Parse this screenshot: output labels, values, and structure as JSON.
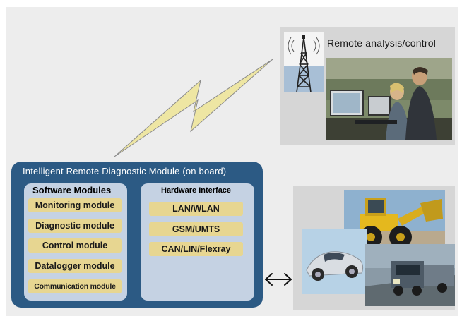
{
  "remote": {
    "label": "Remote analysis/control"
  },
  "module": {
    "title": "Intelligent Remote Diagnostic Module (on board)",
    "software": {
      "title": "Software Modules",
      "items": [
        "Monitoring module",
        "Diagnostic module",
        "Control module",
        "Datalogger module",
        "Communication module"
      ]
    },
    "hardware": {
      "title": "Hardware Interface",
      "items": [
        "LAN/WLAN",
        "GSM/UMTS",
        "CAN/LIN/Flexray"
      ]
    }
  },
  "colors": {
    "module_bg": "#2c5a84",
    "inner_bg": "#c5d2e3",
    "pill_bg": "#e7d691",
    "lightning": "#eee6a3",
    "panel_bg": "#ededed",
    "photo_box_bg": "#d6d6d6"
  },
  "icons": [
    "radio-tower-image",
    "workshop-photo",
    "wheel-loader-photo",
    "sports-car-photo",
    "truck-photo",
    "lightning-bolt",
    "double-arrow-icon"
  ]
}
